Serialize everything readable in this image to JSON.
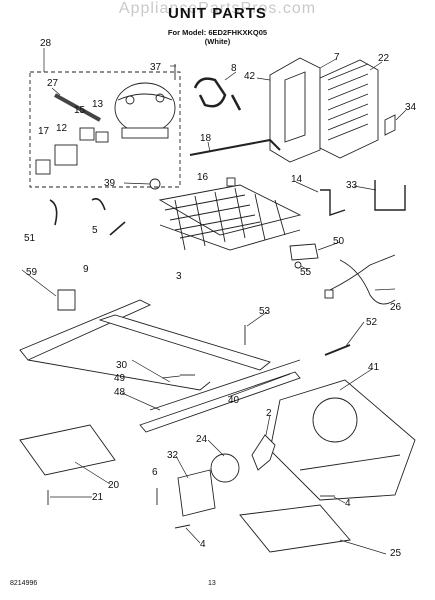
{
  "watermark": "AppliancePartsPros.com",
  "title": "UNIT PARTS",
  "model_line": "For Model: 6ED2FHKXKQ05",
  "model_color": "(White)",
  "footer_left": "8214996",
  "footer_page": "13",
  "callouts": [
    "28",
    "37",
    "8",
    "42",
    "7",
    "22",
    "27",
    "15",
    "13",
    "34",
    "17",
    "12",
    "18",
    "14",
    "33",
    "16",
    "39",
    "51",
    "5",
    "50",
    "9",
    "3",
    "55",
    "59",
    "53",
    "26",
    "52",
    "30",
    "41",
    "49",
    "48",
    "40",
    "2",
    "24",
    "32",
    "6",
    "20",
    "21",
    "4",
    "4",
    "25"
  ]
}
